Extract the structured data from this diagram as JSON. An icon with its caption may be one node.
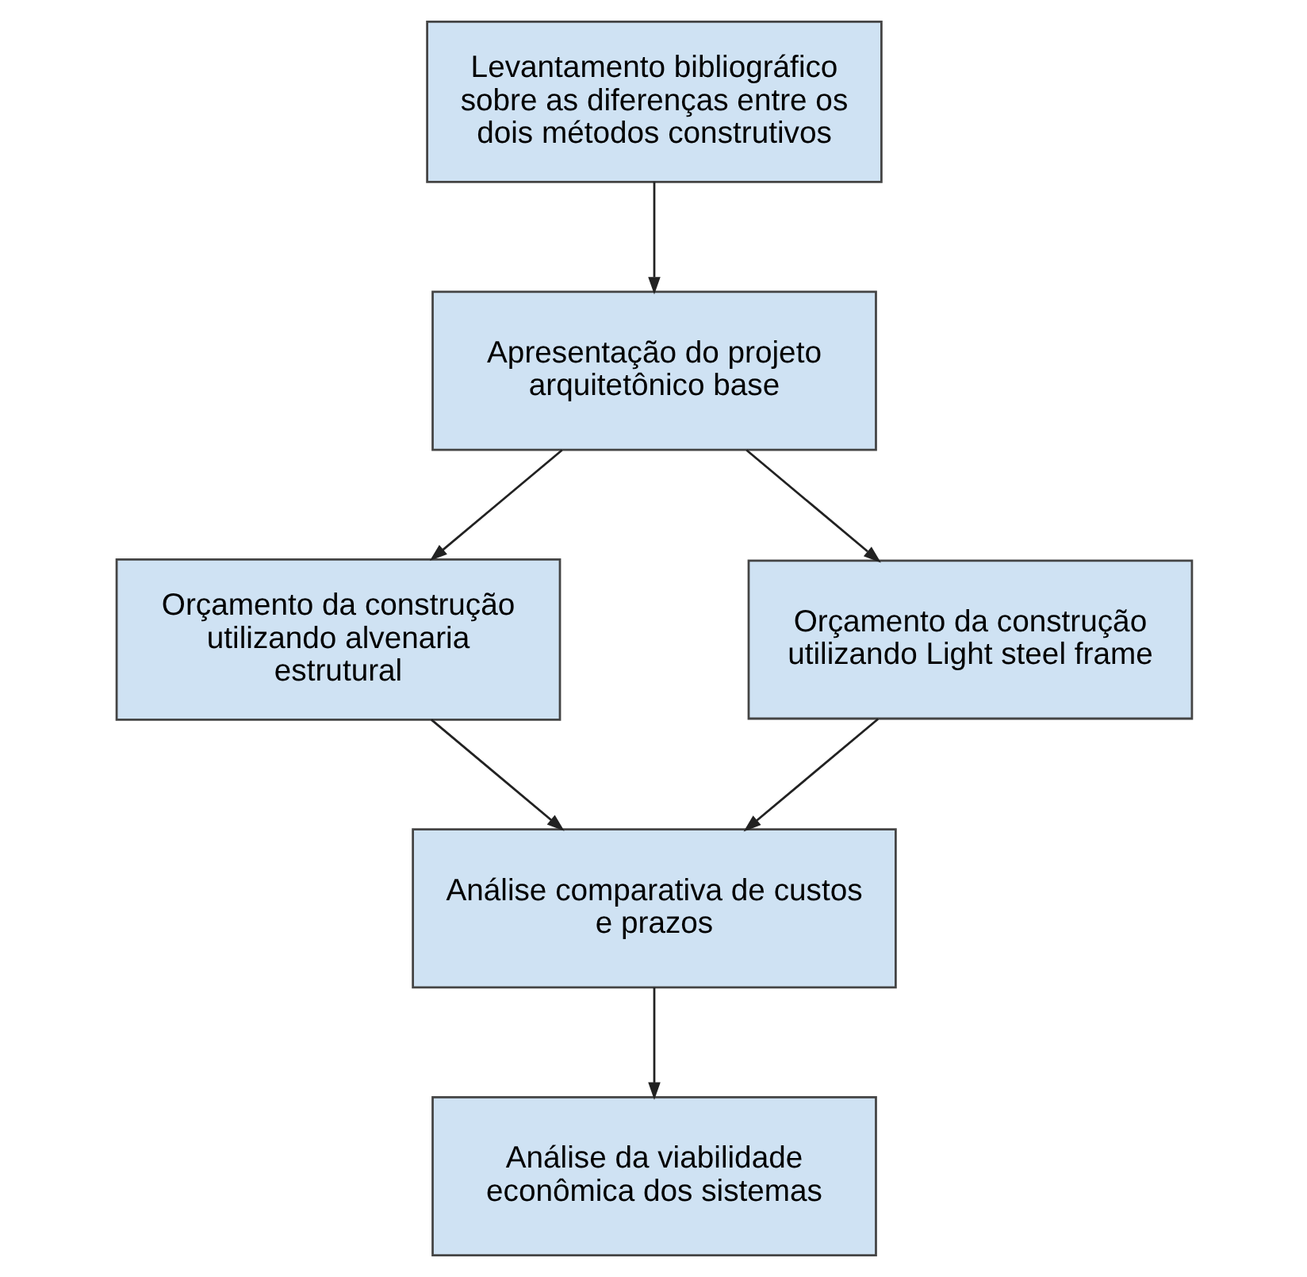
{
  "diagram": {
    "nodes": [
      {
        "text": [
          "Levantamento bibliográfico sobre as diferenças entre os dois métodos construtivos"
        ]
      },
      {
        "text": [
          "Apresentação do projeto arquitetônico base"
        ]
      },
      {
        "text": [
          "Orçamento da construção utilizando alvenaria estrutural"
        ]
      },
      {
        "text": [
          "Orçamento da construção utilizando Light steel frame"
        ]
      },
      {
        "text": [
          "Análise comparativa de custos e prazos"
        ]
      },
      {
        "text": [
          "Análise da viabilidade econômica dos sistemas"
        ]
      }
    ],
    "edges": [
      {
        "from": 0,
        "to": 1,
        "arrow": "to"
      },
      {
        "from": 1,
        "to": 2,
        "arrow": "to"
      },
      {
        "from": 1,
        "to": 3,
        "arrow": "to"
      },
      {
        "from": 2,
        "to": 4,
        "arrow": "to"
      },
      {
        "from": 3,
        "to": 4,
        "arrow": "to"
      },
      {
        "from": 4,
        "to": 5,
        "arrow": "to"
      }
    ]
  }
}
